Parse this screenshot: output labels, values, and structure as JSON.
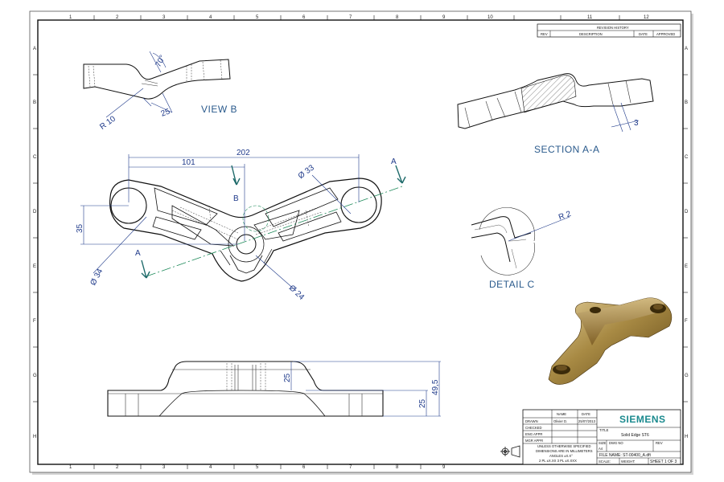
{
  "drawing": {
    "zones_top": [
      "1",
      "2",
      "3",
      "4",
      "5",
      "6",
      "7",
      "8",
      "9",
      "10",
      "11",
      "12"
    ],
    "zones_bottom": [
      "1",
      "2",
      "3",
      "4",
      "5",
      "6",
      "7",
      "8",
      "9"
    ],
    "zones_left": [
      "A",
      "B",
      "C",
      "D",
      "E",
      "F",
      "G",
      "H"
    ],
    "views": {
      "view_b": "VIEW B",
      "section_aa": "SECTION A-A",
      "detail_c": "DETAIL C"
    },
    "section_markers": {
      "a1": "A",
      "a2": "A",
      "b": "B"
    },
    "dimensions": {
      "d202": "202",
      "d101": "101",
      "d33": "Ø 33",
      "d35": "35",
      "d34": "Ø 34",
      "d24": "Ø 24",
      "r10": "R 10",
      "d25_vb": "25",
      "d70": "70°",
      "d3": "3",
      "r2": "R 2",
      "d25_a": "25",
      "d25_b": "25",
      "d49": "49,5"
    }
  },
  "revision_history": {
    "title": "REVISION HISTORY",
    "col_rev": "REV",
    "col_description": "DESCRIPTION",
    "col_date": "DATE",
    "col_approved": "APPROVED"
  },
  "title_block": {
    "col_name": "NAME",
    "col_date": "DATE",
    "row_drawn": "DRAWN",
    "drawn_name": "Olivier D.",
    "drawn_date": "25/07/2013",
    "row_checked": "CHECKED",
    "row_eng": "ENG APPR",
    "row_mgr": "MGR APPR",
    "notes_1": "UNLESS OTHERWISE SPECIFIED",
    "notes_2": "DIMENSIONS ARE IN MILLIMETERS",
    "notes_3": "ANGLES ±X.X°",
    "notes_4": "2 PL ±X.XX 3 PL ±X.XXX",
    "brand": "SIEMENS",
    "title_label": "TITLE",
    "product": "Solid Edge ST6",
    "size_label": "SIZE",
    "size_value": "A4",
    "dwg_label": "DWG NO",
    "rev_label": "REV",
    "file_name": "FILE NAME: ST-00400_A.dft",
    "scale_label": "SCALE:",
    "weight_label": "WEIGHT:",
    "sheet": "SHEET 1 OF 3"
  },
  "colors": {
    "line": "#111111",
    "dimension": "#1f3a8a",
    "label": "#2a5a8c",
    "centerline": "#1e8a5a",
    "brand": "#1a8a8e",
    "part_bronze": "#8a6a2a"
  }
}
